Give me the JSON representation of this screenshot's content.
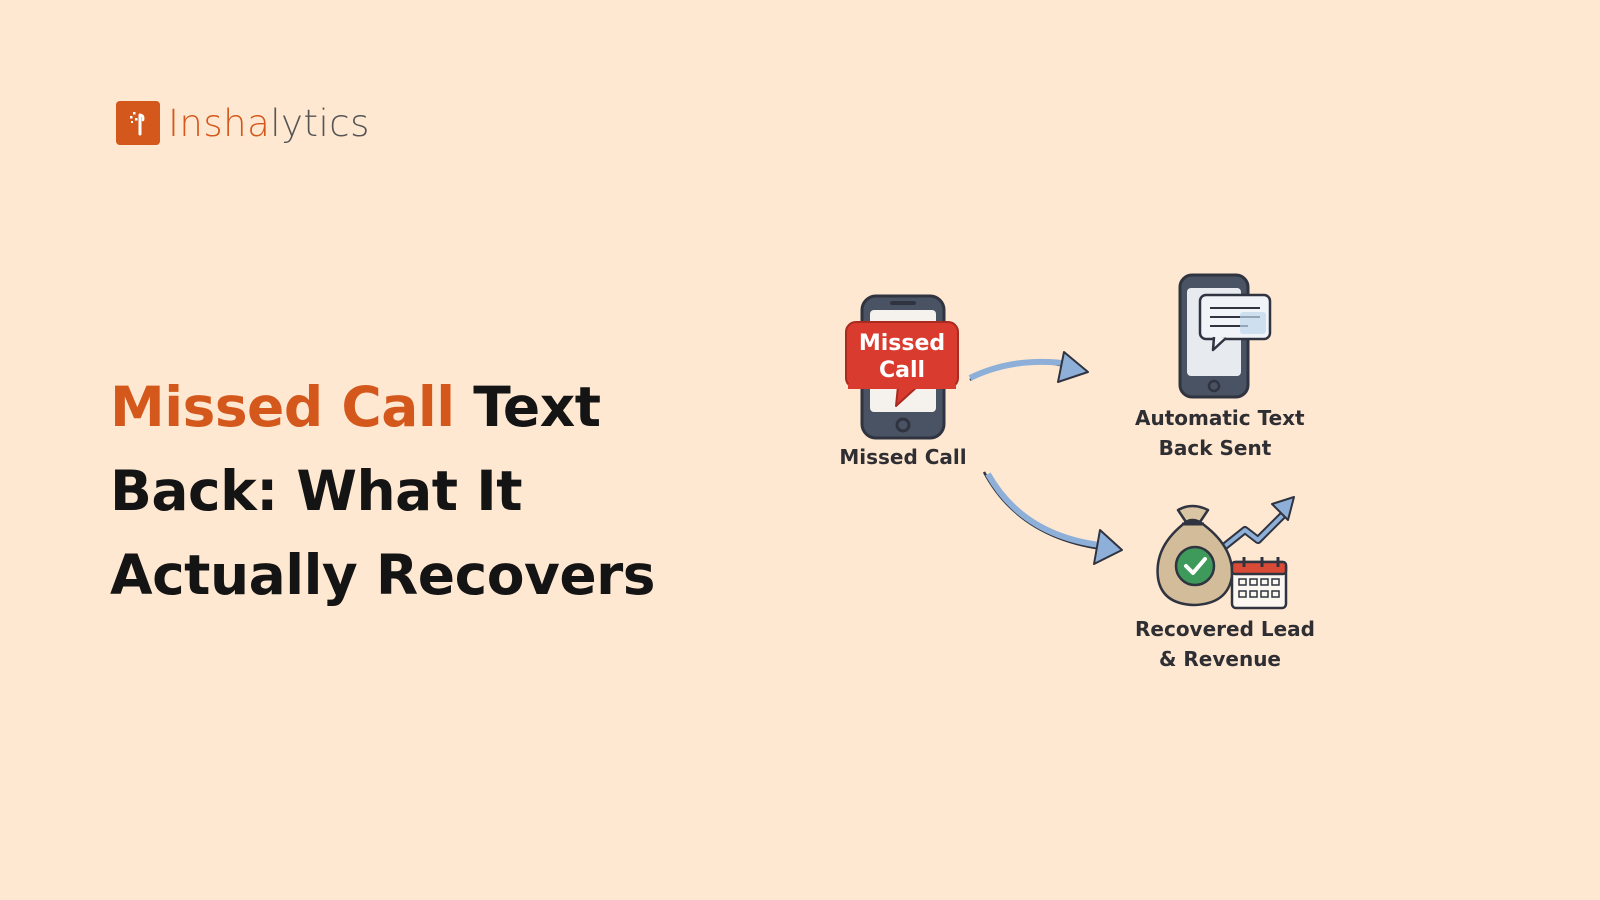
{
  "brand": {
    "name_part1": "Insha",
    "name_part2": "lytics",
    "logo_icon": "inshalytics-logo-icon",
    "accent_color": "#D4581C"
  },
  "headline": {
    "highlight": "Missed Call",
    "rest_line1": " Text",
    "line2": "Back: What It",
    "line3": "Actually Recovers"
  },
  "diagram": {
    "bubble_line1": "Missed",
    "bubble_line2": "Call",
    "step1_label": "Missed Call",
    "step2_line1": "Automatic Text",
    "step2_line2": "Back Sent",
    "step3_line1": "Recovered Lead",
    "step3_line2": "& Revenue",
    "icons": [
      "phone-icon",
      "chat-bubble-icon",
      "money-bag-icon",
      "check-icon",
      "calendar-icon",
      "trend-arrow-icon",
      "arrow-icon"
    ]
  }
}
